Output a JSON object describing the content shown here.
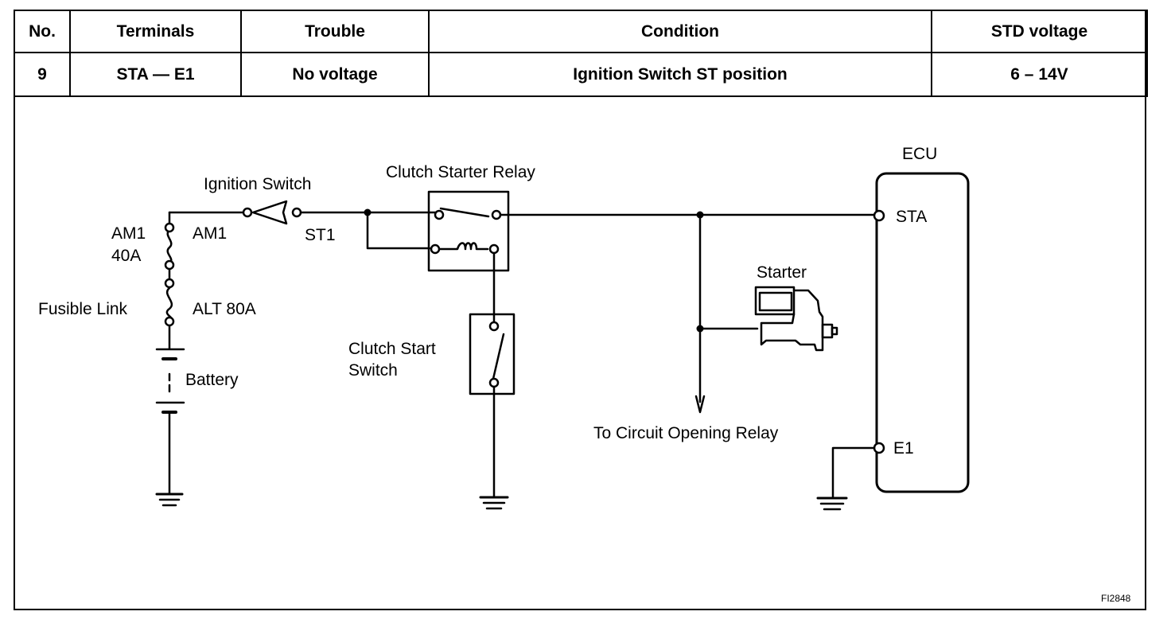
{
  "table": {
    "headers": [
      "No.",
      "Terminals",
      "Trouble",
      "Condition",
      "STD voltage"
    ],
    "row": [
      "9",
      "STA — E1",
      "No voltage",
      "Ignition Switch ST position",
      "6 – 14V"
    ]
  },
  "diagram": {
    "ignition_switch": "Ignition Switch",
    "relay": "Clutch Starter Relay",
    "ecu": "ECU",
    "sta": "STA",
    "e1": "E1",
    "am1_left": "AM1",
    "amp_40a": "40A",
    "am1_right": "AM1",
    "st1": "ST1",
    "fusible_link": "Fusible Link",
    "alt_80a": "ALT 80A",
    "battery": "Battery",
    "clutch_start_line1": "Clutch Start",
    "clutch_start_line2": "Switch",
    "starter": "Starter",
    "circuit_opening_relay": "To Circuit Opening Relay",
    "figure_code": "FI2848"
  }
}
